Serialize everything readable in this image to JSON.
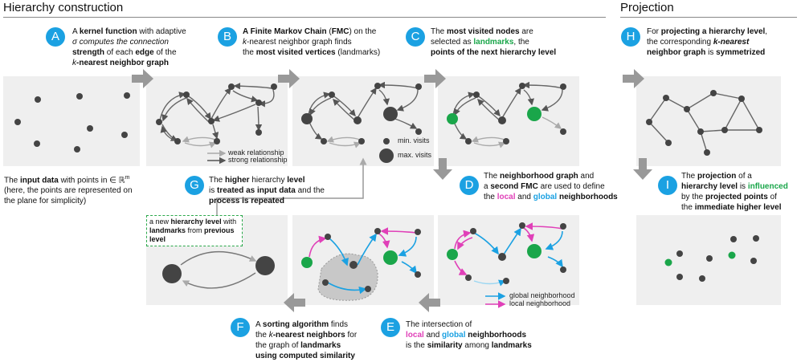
{
  "headings": {
    "hierarchy": "Hierarchy construction",
    "projection": "Projection"
  },
  "steps": {
    "A": {
      "badge": "A",
      "p1": "A ",
      "b1": "kernel function",
      "p2": " with adaptive",
      "l2": "σ computes the connection",
      "b3": "strength",
      "p3": " of each ",
      "b3b": "edge",
      "p3b": " of the",
      "l4a": "k",
      "l4b": "-nearest neighbor graph"
    },
    "B": {
      "badge": "B",
      "b1": "A Finite Markov Chain",
      "p1": " (",
      "b1b": "FMC",
      "p1b": ") on the",
      "l2a": "k",
      "l2b": "-nearest neighbor graph finds",
      "l3a": "the ",
      "b3": "most visited vertices",
      "l3b": " (landmarks)"
    },
    "C": {
      "badge": "C",
      "p1": "The ",
      "b1": "most visited nodes",
      "p1b": " are",
      "l2a": "selected as ",
      "g2": "landmarks",
      "l2b": ", the",
      "b3": "points of the next hierarchy level"
    },
    "D": {
      "badge": "D",
      "p1": "The ",
      "b1": "neighborhood graph",
      "p1b": " and",
      "l2a": "a ",
      "b2": "second FMC",
      "l2b": " are used to define",
      "l3a": "the ",
      "pink3": "local",
      "l3b": " and ",
      "blue3": "global",
      "b3": " neighborhoods"
    },
    "E": {
      "badge": "E",
      "l1": "The intersection of",
      "pink2": "local",
      "l2a": " and ",
      "blue2": "global",
      "b2": " neighborhoods",
      "l3a": "is the ",
      "b3": "similarity",
      "l3b": " among ",
      "b3b": "landmarks"
    },
    "F": {
      "badge": "F",
      "l1a": "A ",
      "b1": "sorting algorithm",
      "l1b": " finds",
      "l2a": "the ",
      "i2": "k",
      "b2": "-nearest neighbors",
      "l2b": " for",
      "l3": "the graph of ",
      "b3": "landmarks",
      "b4": "using computed similarity"
    },
    "G": {
      "badge": "G",
      "l1a": "The ",
      "b1": "higher",
      "l1b": " hierarchy ",
      "b1b": "level",
      "l2a": "is ",
      "b2": "treated as input data",
      "l2b": " and the",
      "b3": "process is repeated"
    },
    "H": {
      "badge": "H",
      "l1a": "For ",
      "b1": "projecting a hierarchy level",
      "l1b": ",",
      "l2a": "the corresponding ",
      "b2": "k-nearest",
      "b3": "neighbor graph",
      "l3a": " is ",
      "b3b": "symmetrized"
    },
    "I": {
      "badge": "I",
      "l1a": "The ",
      "b1": "projection",
      "l1b": " of a",
      "b2": "hierarchy level",
      "l2a": " is ",
      "g2": "influenced",
      "l3a": "by the ",
      "b3": "projected points",
      "l3b": " of",
      "l4a": "the ",
      "b4": "immediate higher level"
    }
  },
  "input_text": {
    "l1a": "The ",
    "b1": "input data",
    "l1b": " with points in ∈ ℝ",
    "sup": "m",
    "l2": "(here, the points are represented on",
    "l3": "the plane for simplicity)"
  },
  "legends": {
    "weak": "weak relationship",
    "strong": "strong relationship",
    "min": "min. visits",
    "max": "max. visits",
    "global": "global neighborhood",
    "local": "local neighborhood"
  },
  "note": {
    "l1a": "a new",
    "b1": " hierarchy level",
    "l1b": " with",
    "b2": "landmarks",
    "l2": " from ",
    "b2b": "previous",
    "b3": "level"
  },
  "colors": {
    "badge": "#1ba1e2",
    "landmark": "#1aa64a",
    "local": "#e040b8",
    "global": "#1ba1e2",
    "node": "#444444",
    "panel": "#efefef",
    "arrow": "#999999"
  }
}
